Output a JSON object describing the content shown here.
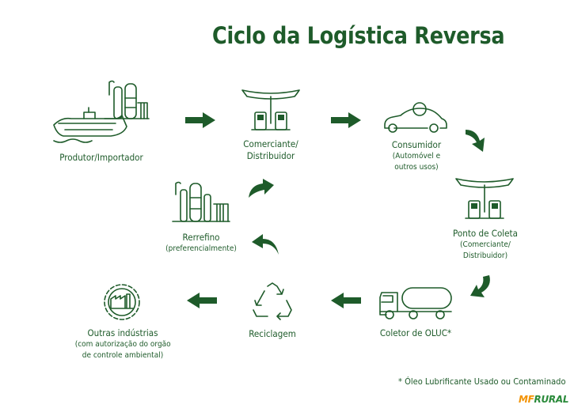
{
  "title": "Ciclo da Logística Reversa",
  "nodes": {
    "produtor": {
      "label": "Produtor/Importador"
    },
    "comerciante": {
      "line1": "Comerciante/",
      "line2": "Distribuidor"
    },
    "consumidor": {
      "line1": "Consumidor",
      "line2": "(Automóvel e",
      "line3": "outros usos)"
    },
    "ponto_coleta": {
      "line1": "Ponto de Coleta",
      "line2": "(Comerciante/",
      "line3": "Distribuidor)"
    },
    "coletor": {
      "label": "Coletor de OLUC*"
    },
    "reciclagem": {
      "label": "Reciclagem"
    },
    "rerrefino": {
      "line1": "Rerrefino",
      "line2": "(preferencialmente)"
    },
    "outras": {
      "line1": "Outras indústrias",
      "line2": "(com autorização do orgão",
      "line3": "de controle ambiental)"
    }
  },
  "footnote": "* Óleo Lubrificante Usado ou Contaminado",
  "logo": {
    "part1": "MF",
    "part2": "RURAL"
  },
  "colors": {
    "primary": "#1e5b2a",
    "logo_orange": "#f39200",
    "logo_green": "#2a8a3a"
  }
}
